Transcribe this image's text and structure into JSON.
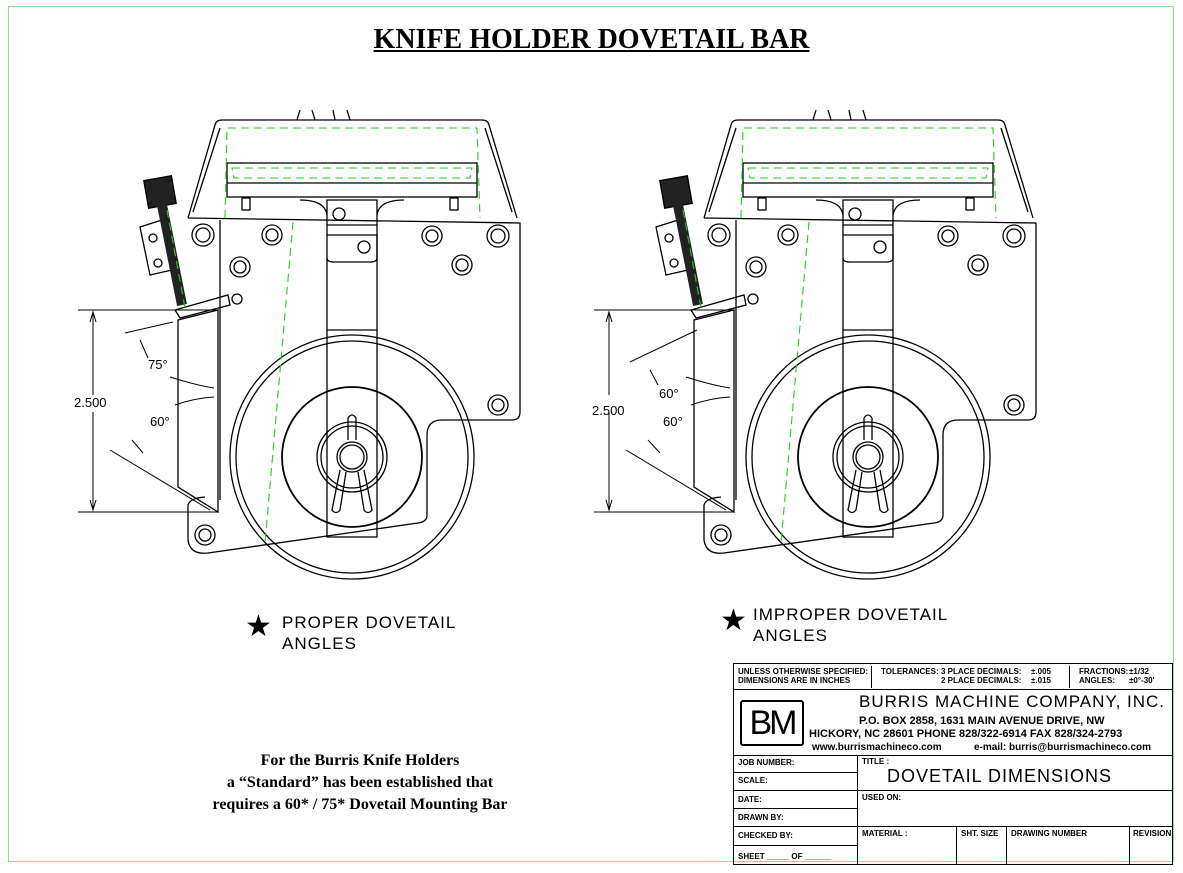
{
  "title": "KNIFE HOLDER DOVETAIL BAR",
  "left_view": {
    "dimension": "2.500",
    "angle_top": "75°",
    "angle_bottom": "60°",
    "caption_line1": "PROPER DOVETAIL",
    "caption_line2": "ANGLES",
    "marker_icon": "star-icon"
  },
  "right_view": {
    "dimension": "2.500",
    "angle_top": "60°",
    "angle_bottom": "60°",
    "caption_line1": "IMPROPER DOVETAIL",
    "caption_line2": "ANGLES",
    "marker_icon": "star-icon"
  },
  "note": {
    "line1": "For the Burris Knife Holders",
    "line2": "a “Standard” has been established that",
    "line3": "requires a 60* / 75* Dovetail Mounting Bar"
  },
  "title_block": {
    "unless": "UNLESS OTHERWISE SPECIFIED:",
    "dims": "DIMENSIONS ARE IN INCHES",
    "tolerances": "TOLERANCES:",
    "three_place": "3 PLACE DECIMALS:",
    "three_val": "±.005",
    "two_place": "2 PLACE DECIMALS:",
    "two_val": "±.015",
    "fractions": "FRACTIONS:",
    "fractions_val": "±1/32",
    "angles": "ANGLES:",
    "angles_val": "±0°-30'",
    "logo": "BM",
    "company": "BURRIS MACHINE COMPANY, INC.",
    "address": "P.O. BOX 2858, 1631 MAIN AVENUE DRIVE, NW",
    "city_phone": "HICKORY, NC 28601   PHONE 828/322-6914    FAX 828/324-2793",
    "web": "www.burrismachineco.com",
    "email": "e-mail: burris@burrismachineco.com",
    "job_number": "JOB NUMBER:",
    "scale": "SCALE:",
    "date": "DATE:",
    "drawn_by": "DRAWN BY:",
    "checked_by": "CHECKED BY:",
    "sheet": "SHEET _____ OF ______",
    "title_label": "TITLE :",
    "title_value": "DOVETAIL DIMENSIONS",
    "used_on": "USED ON:",
    "material": "MATERIAL :",
    "sht_size": "SHT. SIZE",
    "drawing_number": "DRAWING NUMBER",
    "revision": "REVISION"
  }
}
